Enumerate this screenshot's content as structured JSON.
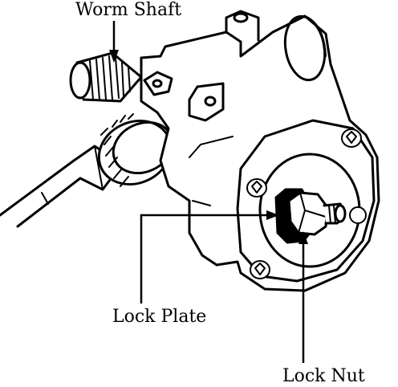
{
  "callouts": {
    "worm_shaft": "Worm Shaft",
    "lock_plate": "Lock Plate",
    "lock_nut": "Lock Nut"
  },
  "colors": {
    "ink": "#000000",
    "paper": "#ffffff"
  }
}
